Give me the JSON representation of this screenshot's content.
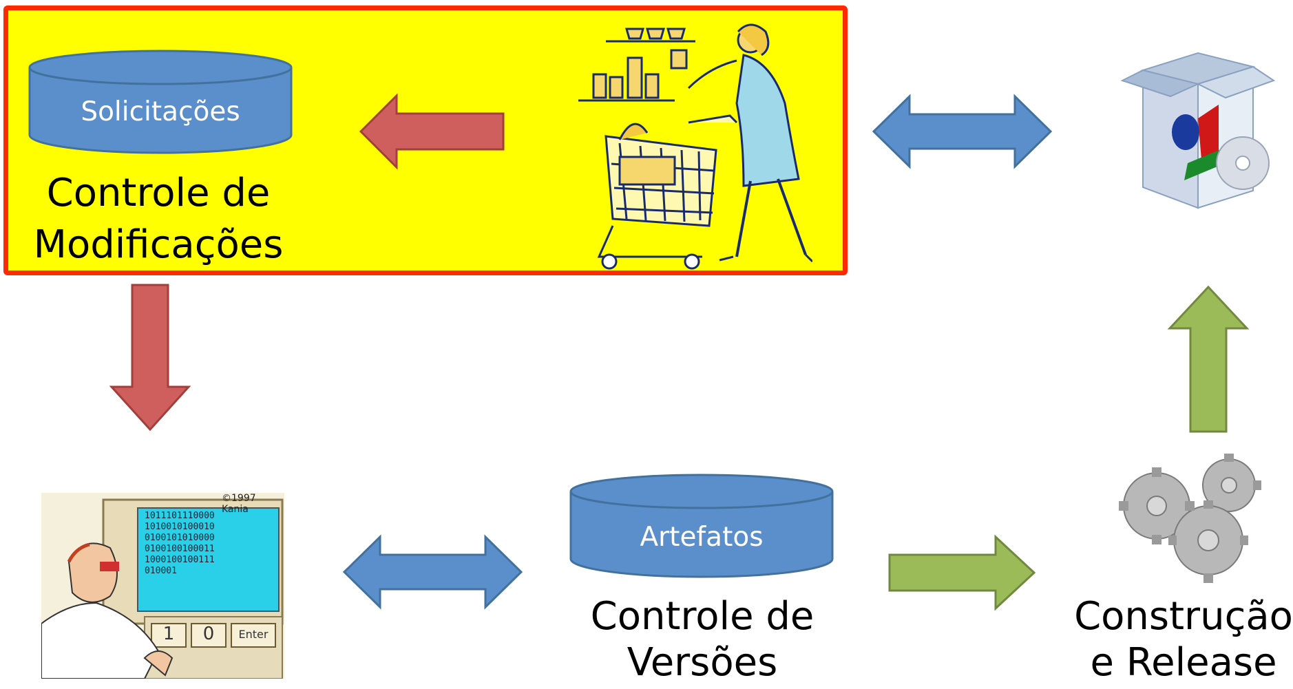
{
  "change_control": {
    "db_label": "Solicitações",
    "caption_line1": "Controle de",
    "caption_line2": "Modificações"
  },
  "version_control": {
    "db_label": "Artefatos",
    "caption_line1": "Controle de",
    "caption_line2": "Versões"
  },
  "build_release": {
    "caption_line1": "Construção",
    "caption_line2": "e Release"
  },
  "developer_image": {
    "credit": "©1997 Kania",
    "screen_lines": [
      "1011101110000",
      "1010010100010",
      "0100101010000",
      "0100100100011",
      "1000100100111",
      "010001"
    ],
    "key1": "1",
    "key2": "0",
    "key3": "Enter"
  },
  "colors": {
    "highlight_fill": "#ffff00",
    "highlight_border": "#ff2a00",
    "cylinder": "#5b8fcc",
    "arrow_red": "#cf5f5c",
    "arrow_blue": "#5b8fcc",
    "arrow_green": "#9bbb59"
  },
  "icons": {
    "shopper": "shopping-cart-woman-icon",
    "software_box": "software-box-icon",
    "gears": "gears-icon",
    "developer": "developer-computer-icon"
  }
}
